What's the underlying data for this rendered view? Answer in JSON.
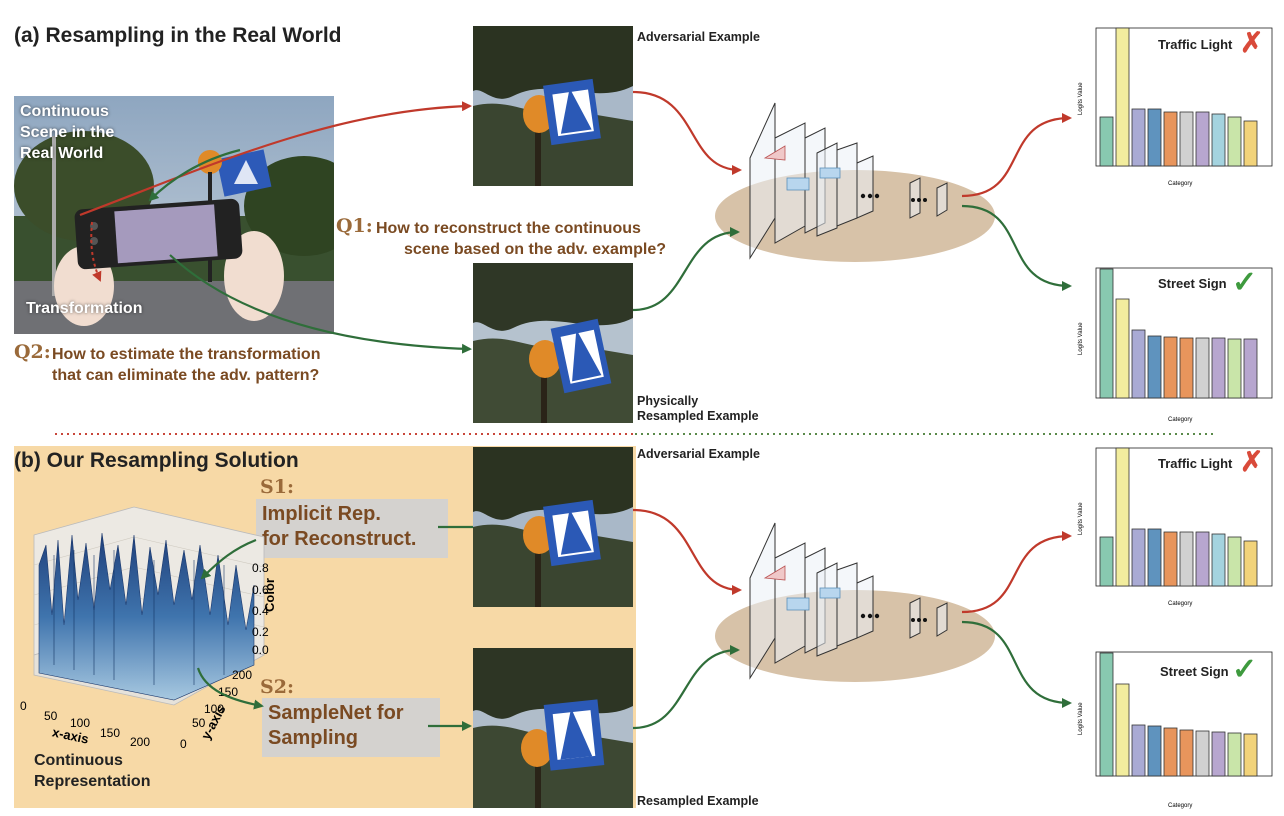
{
  "section_a": {
    "title": "(a) Resampling in the Real World"
  },
  "section_b": {
    "title": "(b) Our Resampling Solution"
  },
  "scene": {
    "label_line1": "Continuous",
    "label_line2": "Scene in the",
    "label_line3": "Real World",
    "transformation_label": "Transformation"
  },
  "images": {
    "adv_a": "Adversarial Example",
    "phys_line1": "Physically",
    "phys_line2": "Resampled Example",
    "adv_b": "Adversarial Example",
    "resampled_b": "Resampled Example"
  },
  "questions": {
    "q1_tag": "Q1:",
    "q1_line1": "How to reconstruct the continuous",
    "q1_line2": "scene based on the adv. example?",
    "q2_tag": "Q2:",
    "q2_line1": "How to estimate the transformation",
    "q2_line2": "that can eliminate the adv. pattern?"
  },
  "solutions": {
    "s1_tag": "S1:",
    "s1_line1": "Implicit Rep.",
    "s1_line2": "for Reconstruct.",
    "s2_tag": "S2:",
    "s2_line1": "SampleNet for",
    "s2_line2": "Sampling"
  },
  "surface_plot": {
    "x_axis_label": "x-axis",
    "y_axis_label": "y-axis",
    "z_axis_label": "Color",
    "x_ticks": [
      "0",
      "50",
      "100",
      "150",
      "200"
    ],
    "y_ticks": [
      "0",
      "50",
      "100",
      "150",
      "200"
    ],
    "z_ticks": [
      "0.0",
      "0.2",
      "0.4",
      "0.6",
      "0.8"
    ],
    "caption_line1": "Continuous",
    "caption_line2": "Representation"
  },
  "charts": {
    "traffic_light_a": "Traffic Light",
    "street_sign_a": "Street Sign",
    "traffic_light_b": "Traffic Light",
    "street_sign_b": "Street Sign",
    "category_label": "Category",
    "logits_label": "Logits Value",
    "colors": [
      "#88c9b0",
      "#f2ed9e",
      "#a9aad4",
      "#5f93be",
      "#e8955c",
      "#d1d1d1",
      "#b7a6cf",
      "#a4d3df",
      "#c9e5a9",
      "#f2d37a"
    ],
    "wrong_mark_color": "#d94a3a",
    "right_mark_color": "#3e9a3e"
  },
  "colors": {
    "red_arrow": "#c0392b",
    "green_arrow": "#2f6e3a",
    "ellipse": "#d7c2a8",
    "orange_panel": "#f7d9a6"
  }
}
